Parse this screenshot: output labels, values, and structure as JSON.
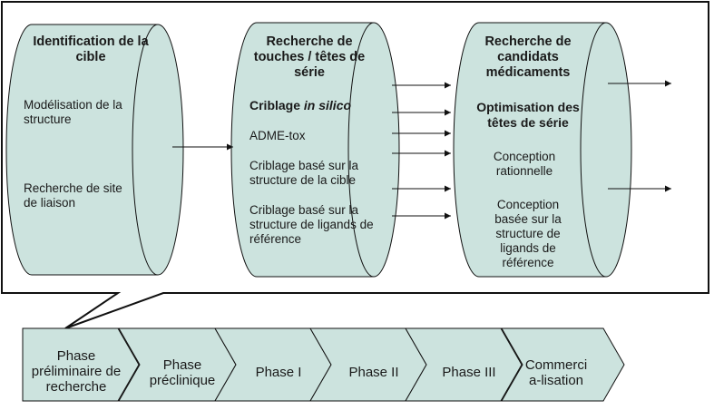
{
  "colors": {
    "cylinder_fill": "#cce3de",
    "outline": "#111111",
    "background": "#ffffff"
  },
  "cylinders": [
    {
      "title": "Identification de la cible",
      "items": [
        "Modélisation de la structure",
        "Recherche de site de liaison"
      ]
    },
    {
      "title": "Recherche de touches / têtes de série",
      "items": [
        {
          "prefix": "Criblage ",
          "emphasis": "in silico"
        },
        "ADME-tox",
        "Criblage basé sur la structure de la cible",
        "Criblage basé sur la structure de ligands de référence"
      ]
    },
    {
      "title": "Recherche de candidats médicaments",
      "subtitle": "Optimisation des têtes de série",
      "items": [
        "Conception rationnelle",
        "Conception basée sur la structure de ligands de référence"
      ]
    }
  ],
  "phases": [
    "Phase préliminaire de recherche",
    "Phase préclinique",
    "Phase I",
    "Phase II",
    "Phase III",
    "Commercia-lisation"
  ]
}
